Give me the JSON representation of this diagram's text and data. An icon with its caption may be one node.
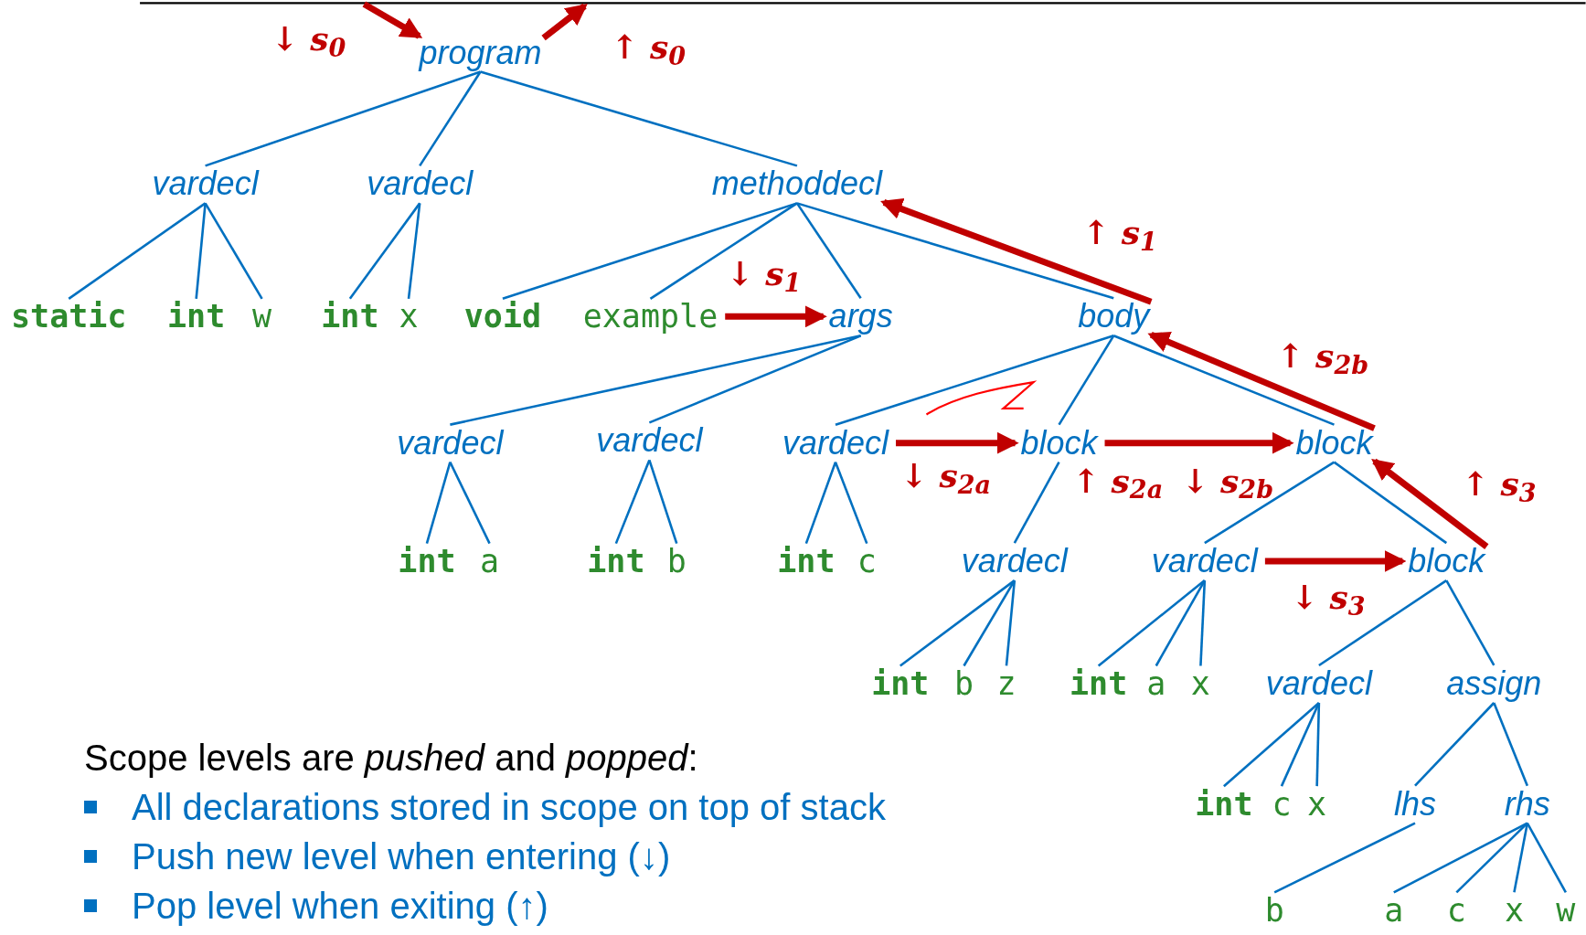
{
  "diagram": {
    "nodes": [
      {
        "text": [
          "program"
        ]
      },
      {
        "text": [
          "vardecl"
        ]
      },
      {
        "text": [
          "vardecl"
        ]
      },
      {
        "text": [
          "methoddecl"
        ]
      },
      {
        "text": [
          "static"
        ]
      },
      {
        "text": [
          "int"
        ]
      },
      {
        "text": [
          "w"
        ]
      },
      {
        "text": [
          "int"
        ]
      },
      {
        "text": [
          "x"
        ]
      },
      {
        "text": [
          "void"
        ]
      },
      {
        "text": [
          "example"
        ]
      },
      {
        "text": [
          "args"
        ]
      },
      {
        "text": [
          "body"
        ]
      },
      {
        "text": [
          "vardecl"
        ]
      },
      {
        "text": [
          "vardecl"
        ]
      },
      {
        "text": [
          "vardecl"
        ]
      },
      {
        "text": [
          "block"
        ]
      },
      {
        "text": [
          "block"
        ]
      },
      {
        "text": [
          "int"
        ]
      },
      {
        "text": [
          "a"
        ]
      },
      {
        "text": [
          "int"
        ]
      },
      {
        "text": [
          "b"
        ]
      },
      {
        "text": [
          "int"
        ]
      },
      {
        "text": [
          "c"
        ]
      },
      {
        "text": [
          "vardecl"
        ]
      },
      {
        "text": [
          "vardecl"
        ]
      },
      {
        "text": [
          "block"
        ]
      },
      {
        "text": [
          "int"
        ]
      },
      {
        "text": [
          "b"
        ]
      },
      {
        "text": [
          "z"
        ]
      },
      {
        "text": [
          "int"
        ]
      },
      {
        "text": [
          "a"
        ]
      },
      {
        "text": [
          "x"
        ]
      },
      {
        "text": [
          "vardecl"
        ]
      },
      {
        "text": [
          "assign"
        ]
      },
      {
        "text": [
          "int"
        ]
      },
      {
        "text": [
          "c"
        ]
      },
      {
        "text": [
          "x"
        ]
      },
      {
        "text": [
          "lhs"
        ]
      },
      {
        "text": [
          "rhs"
        ]
      },
      {
        "text": [
          "b"
        ]
      },
      {
        "text": [
          "a"
        ]
      },
      {
        "text": [
          "c"
        ]
      },
      {
        "text": [
          "x"
        ]
      },
      {
        "text": [
          "w"
        ]
      }
    ],
    "edges": [
      {
        "from": 0,
        "to": 1,
        "arrow": "none"
      },
      {
        "from": 0,
        "to": 2,
        "arrow": "none"
      },
      {
        "from": 0,
        "to": 3,
        "arrow": "none"
      },
      {
        "from": 1,
        "to": 4,
        "arrow": "none"
      },
      {
        "from": 1,
        "to": 5,
        "arrow": "none"
      },
      {
        "from": 1,
        "to": 6,
        "arrow": "none"
      },
      {
        "from": 2,
        "to": 7,
        "arrow": "none"
      },
      {
        "from": 2,
        "to": 8,
        "arrow": "none"
      },
      {
        "from": 3,
        "to": 9,
        "arrow": "none"
      },
      {
        "from": 3,
        "to": 10,
        "arrow": "none"
      },
      {
        "from": 3,
        "to": 11,
        "arrow": "none"
      },
      {
        "from": 3,
        "to": 12,
        "arrow": "none"
      },
      {
        "from": 11,
        "to": 13,
        "arrow": "none"
      },
      {
        "from": 11,
        "to": 14,
        "arrow": "none"
      },
      {
        "from": 12,
        "to": 15,
        "arrow": "none"
      },
      {
        "from": 12,
        "to": 16,
        "arrow": "none"
      },
      {
        "from": 12,
        "to": 17,
        "arrow": "none"
      },
      {
        "from": 13,
        "to": 18,
        "arrow": "none"
      },
      {
        "from": 13,
        "to": 19,
        "arrow": "none"
      },
      {
        "from": 14,
        "to": 20,
        "arrow": "none"
      },
      {
        "from": 14,
        "to": 21,
        "arrow": "none"
      },
      {
        "from": 15,
        "to": 22,
        "arrow": "none"
      },
      {
        "from": 15,
        "to": 23,
        "arrow": "none"
      },
      {
        "from": 16,
        "to": 24,
        "arrow": "none"
      },
      {
        "from": 17,
        "to": 25,
        "arrow": "none"
      },
      {
        "from": 17,
        "to": 26,
        "arrow": "none"
      },
      {
        "from": 24,
        "to": 27,
        "arrow": "none"
      },
      {
        "from": 24,
        "to": 28,
        "arrow": "none"
      },
      {
        "from": 24,
        "to": 29,
        "arrow": "none"
      },
      {
        "from": 25,
        "to": 30,
        "arrow": "none"
      },
      {
        "from": 25,
        "to": 31,
        "arrow": "none"
      },
      {
        "from": 25,
        "to": 32,
        "arrow": "none"
      },
      {
        "from": 26,
        "to": 33,
        "arrow": "none"
      },
      {
        "from": 26,
        "to": 34,
        "arrow": "none"
      },
      {
        "from": 33,
        "to": 35,
        "arrow": "none"
      },
      {
        "from": 33,
        "to": 36,
        "arrow": "none"
      },
      {
        "from": 33,
        "to": 37,
        "arrow": "none"
      },
      {
        "from": 34,
        "to": 38,
        "arrow": "none"
      },
      {
        "from": 34,
        "to": 39,
        "arrow": "none"
      },
      {
        "from": 38,
        "to": 40,
        "arrow": "none"
      },
      {
        "from": 39,
        "to": 41,
        "arrow": "none"
      },
      {
        "from": 39,
        "to": 42,
        "arrow": "none"
      },
      {
        "from": 39,
        "to": 43,
        "arrow": "none"
      },
      {
        "from": 39,
        "to": 44,
        "arrow": "none"
      },
      {
        "from": null,
        "to": 0,
        "arrow": "to",
        "style": "thick",
        "color": "#c00000"
      },
      {
        "from": 0,
        "to": null,
        "arrow": "to",
        "style": "thick",
        "color": "#c00000"
      },
      {
        "from": 10,
        "to": 11,
        "arrow": "to",
        "style": "thick",
        "color": "#c00000"
      },
      {
        "from": 12,
        "to": 3,
        "arrow": "to",
        "style": "thick",
        "color": "#c00000"
      },
      {
        "from": 15,
        "to": 16,
        "arrow": "to",
        "style": "thick",
        "color": "#c00000"
      },
      {
        "from": 16,
        "to": 17,
        "arrow": "to",
        "style": "thick",
        "color": "#c00000"
      },
      {
        "from": 17,
        "to": 12,
        "arrow": "to",
        "style": "thick",
        "color": "#c00000"
      },
      {
        "from": 25,
        "to": 26,
        "arrow": "to",
        "style": "thick",
        "color": "#c00000"
      },
      {
        "from": 26,
        "to": 17,
        "arrow": "to",
        "style": "thick",
        "color": "#c00000"
      }
    ],
    "labels": [
      "↓ s$_{0}$",
      "↑ s$_{0}$",
      "↑ s$_{1}$",
      "↓ s$_{1}$",
      "↑ s$_{2b}$",
      "↓ s$_{2a}$",
      "↑ s$_{2a}$",
      "↓ s$_{2b}$",
      "↑ s$_{3}$",
      "↓ s$_{3}$",
      "Scope levels are *pushed* and *popped*:",
      "All declarations stored in scope on top of stack",
      "Push new level when entering (↓)",
      "Pop level when exiting (↑)"
    ]
  }
}
